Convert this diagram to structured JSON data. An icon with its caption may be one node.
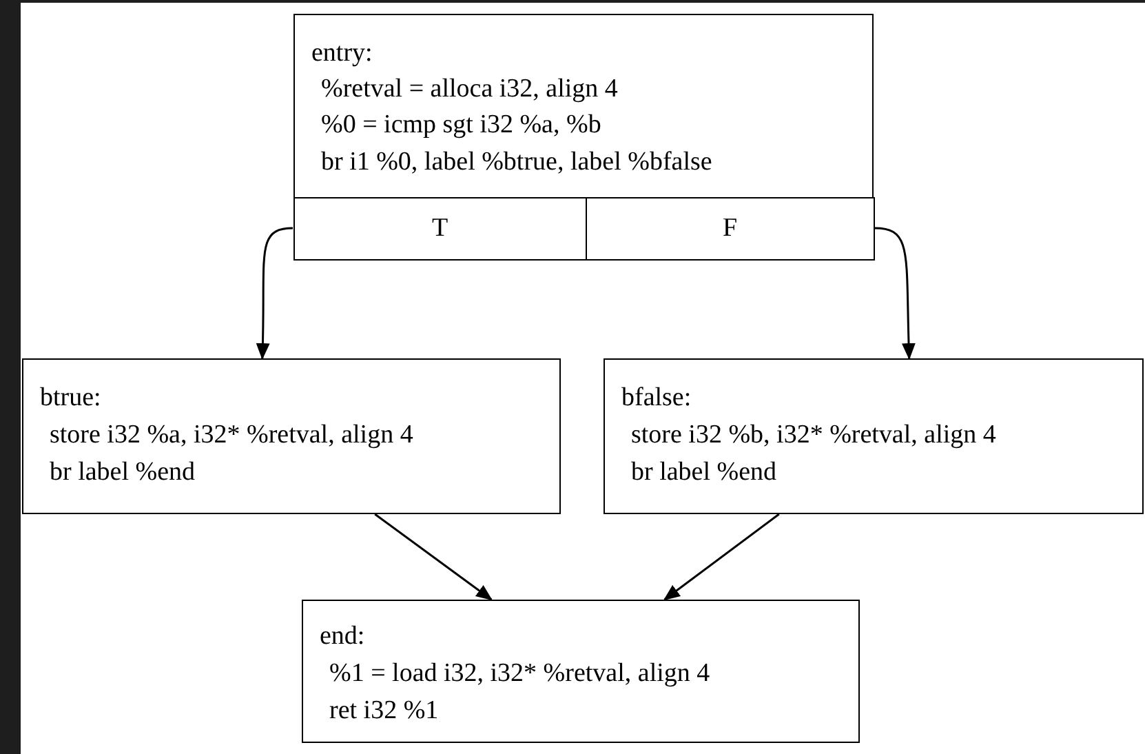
{
  "diagram": {
    "nodes": [
      {
        "text": [
          "entry:",
          "%retval = alloca i32, align 4",
          "%0 = icmp sgt i32 %a, %b",
          "br i1 %0, label %btrue, label %bfalse"
        ]
      },
      {
        "text": [
          "T"
        ],
        "in": 0
      },
      {
        "text": [
          "F"
        ],
        "in": 0
      },
      {
        "text": [
          "btrue:",
          "store i32 %a, i32* %retval, align 4",
          "br label %end"
        ]
      },
      {
        "text": [
          "bfalse:",
          "store i32 %b, i32* %retval, align 4",
          "br label %end"
        ]
      },
      {
        "text": [
          "end:",
          "%1 = load i32, i32* %retval, align 4",
          "ret i32 %1"
        ]
      }
    ],
    "edges": [
      {
        "from": 1,
        "to": 3,
        "arrow": "to"
      },
      {
        "from": 2,
        "to": 4,
        "arrow": "to"
      },
      {
        "from": 3,
        "to": 5,
        "arrow": "to"
      },
      {
        "from": 4,
        "to": 5,
        "arrow": "to"
      }
    ]
  }
}
